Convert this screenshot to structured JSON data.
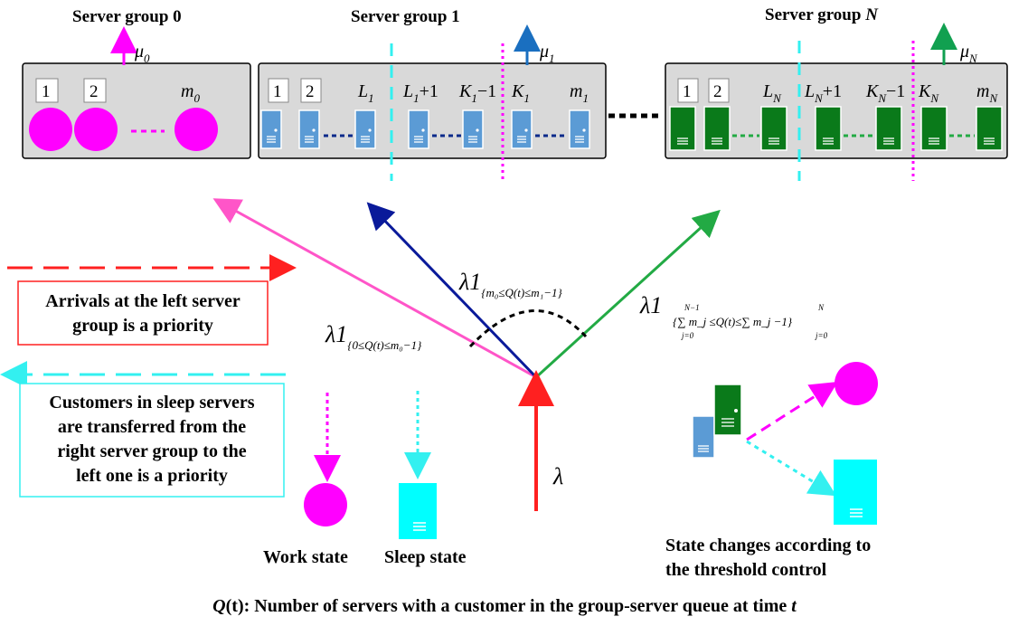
{
  "groups": {
    "g0": {
      "title": "Server group 0",
      "rate_sym": "μ",
      "rate_sub": "0",
      "first": "1",
      "second": "2",
      "last_sym": "m",
      "last_sub": "0"
    },
    "g1": {
      "title": "Server group 1",
      "rate_sym": "μ",
      "rate_sub": "1",
      "first": "1",
      "second": "2",
      "L": "L",
      "L_sub": "1",
      "Lp1": "L",
      "Lp1_sub": "1",
      "Lp1_suffix": "+1",
      "Km1": "K",
      "Km1_sub": "1",
      "Km1_suffix": "−1",
      "K": "K",
      "K_sub": "1",
      "m": "m",
      "m_sub": "1"
    },
    "gN": {
      "title": "Server group ",
      "title_italic": "N",
      "rate_sym": "μ",
      "rate_sub": "N",
      "first": "1",
      "second": "2",
      "L": "L",
      "L_sub": "N",
      "Lp1": "L",
      "Lp1_sub": "N",
      "Lp1_suffix": "+1",
      "Km1": "K",
      "Km1_sub": "N",
      "Km1_suffix": "−1",
      "K": "K",
      "K_sub": "N",
      "m": "m",
      "m_sub": "N"
    }
  },
  "arrows": {
    "pink_label_main": "λ1",
    "pink_label_cond": "{0≤Q(t)≤m₀−1}",
    "blue_label_main": "λ1",
    "blue_label_cond": "{m₀≤Q(t)≤m₁−1}",
    "green_label_main": "λ1",
    "green_label_cond": "{∑ m_j ≤Q(t)≤∑ m_j −1}",
    "green_sum1_upper": "N−1",
    "green_sum1_lower": "j=0",
    "green_sum2_upper": "N",
    "green_sum2_lower": "j=0",
    "lambda": "λ"
  },
  "notes": {
    "left_priority_line1": "Arrivals at the left server",
    "left_priority_line2": "group is a priority",
    "transfer_line1": "Customers in sleep servers",
    "transfer_line2": "are transferred from the",
    "transfer_line3": "right server group to the",
    "transfer_line4": "left one is a priority"
  },
  "legend": {
    "work_state": "Work state",
    "sleep_state": "Sleep state",
    "state_change_line1": "State changes according to",
    "state_change_line2": "the threshold control"
  },
  "footer": {
    "q_symbol": "Q",
    "q_arg": "(t)",
    "description": ": Number of servers with a customer in the group-server queue at time ",
    "t": "t"
  },
  "colors": {
    "magenta": "#ff00ff",
    "pink_arrow": "#ff55c8",
    "blue_arrow": "#0a1a9a",
    "green_arrow": "#22aa44",
    "red": "#ff2020",
    "cyan": "#33f0f0",
    "server_blue": "#5b9bd5",
    "server_green": "#0a7a1a",
    "panel": "#d9d9d9"
  }
}
